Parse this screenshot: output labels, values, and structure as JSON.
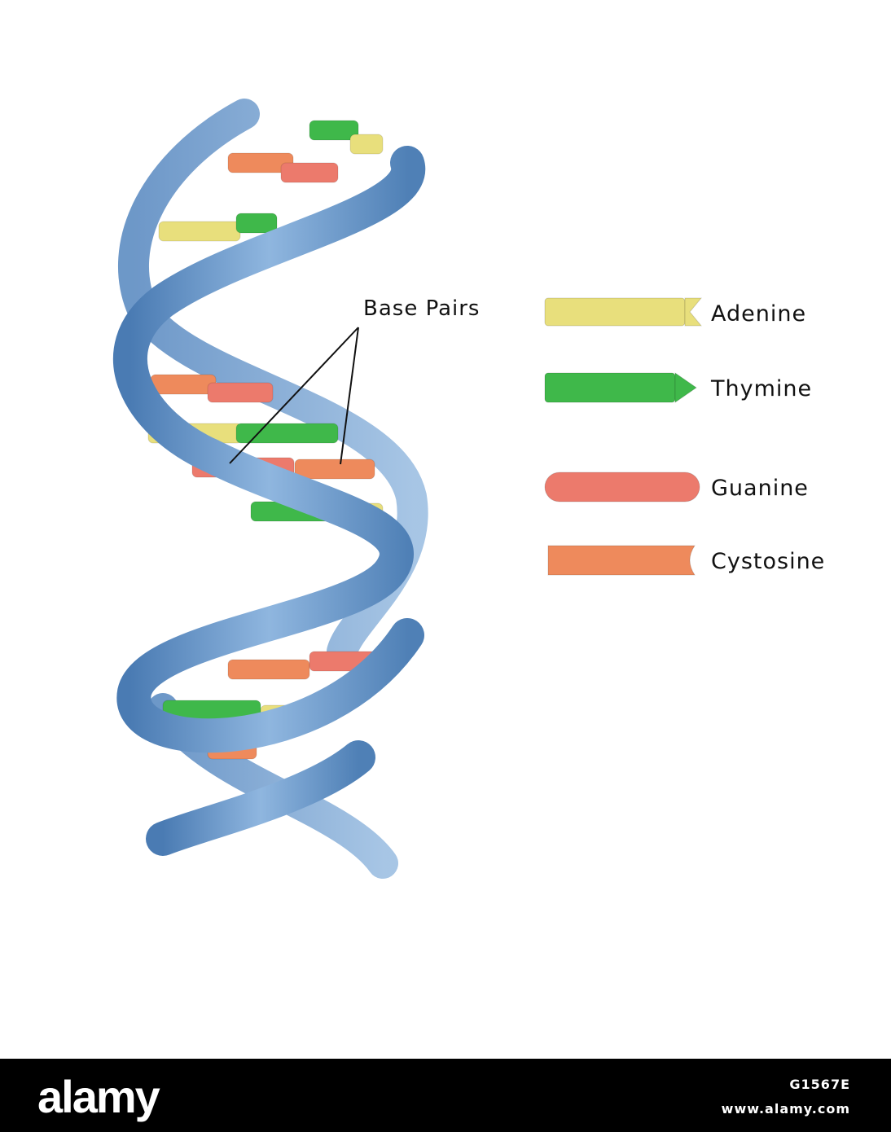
{
  "callout": {
    "label": "Base Pairs"
  },
  "legend": [
    {
      "name": "Adenine",
      "color": "#e8df7c",
      "end": "notch"
    },
    {
      "name": "Thymine",
      "color": "#3fb84a",
      "end": "arrow"
    },
    {
      "name": "Guanine",
      "color": "#ec7a6c",
      "end": "round"
    },
    {
      "name": "Cystosine",
      "color": "#ee8a5c",
      "end": "cup"
    }
  ],
  "colors": {
    "backbone": "#6e9fd0",
    "backbone_dark": "#4f80b6",
    "adenine": "#e8df7c",
    "thymine": "#3fb84a",
    "guanine": "#ec7a6c",
    "cytosine": "#ee8a5c"
  },
  "footer": {
    "logo": "alamy",
    "image_id": "G1567E",
    "url": "www.alamy.com"
  }
}
